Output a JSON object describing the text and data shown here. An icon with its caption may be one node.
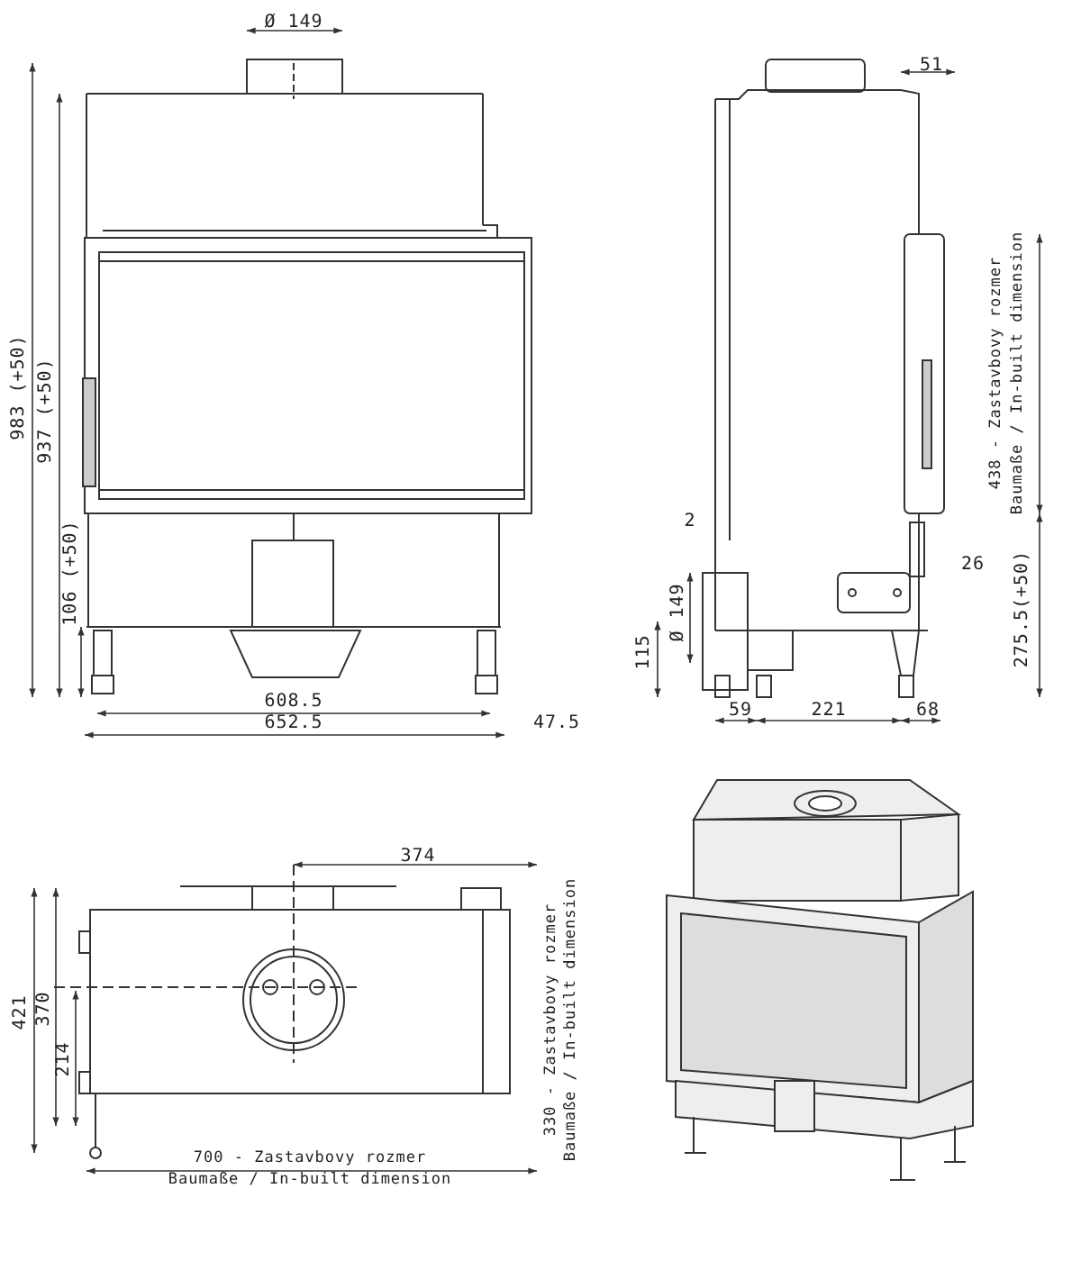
{
  "diagram": {
    "labels": [
      "Ø 149",
      "51",
      "983 (+50)",
      "937 (+50)",
      "106 (+50)",
      "438 - Zastavbovy rozmer",
      "Baumaße / In-built dimension",
      "2",
      "26",
      "115",
      "Ø 149",
      "275.5(+50)",
      "608.5",
      "652.5",
      "47.5",
      "59",
      "221",
      "68",
      "374",
      "421",
      "370",
      "214",
      "330 - Zastavbovy rozmer",
      "Baumaße / In-built dimension",
      "700 - Zastavbovy rozmer",
      "Baumaße / In-built dimension"
    ]
  }
}
